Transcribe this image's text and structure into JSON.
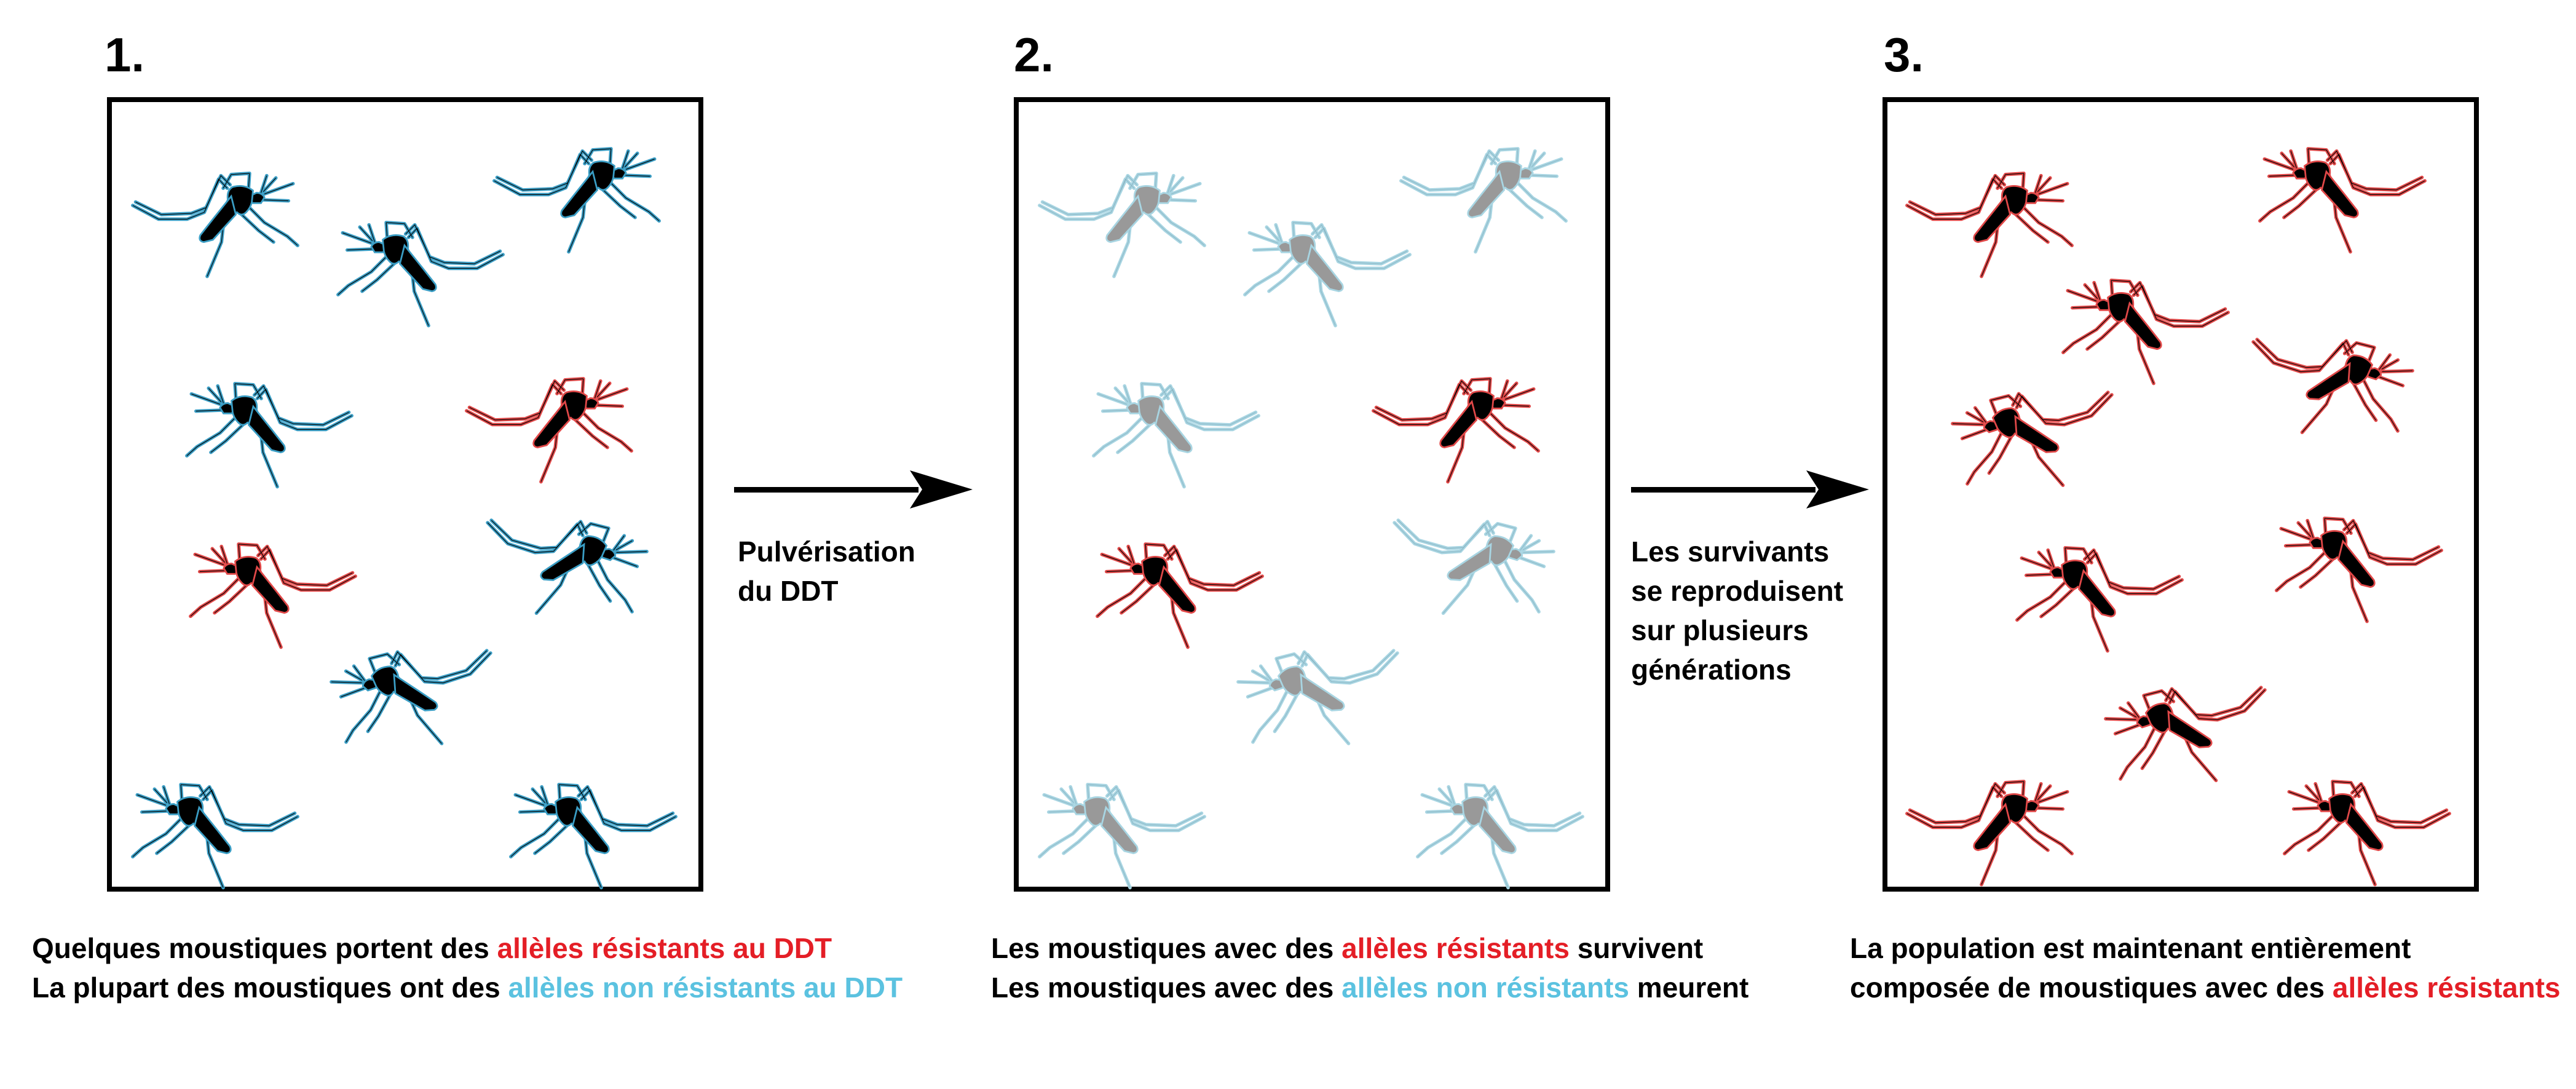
{
  "colors": {
    "resistant": "#E41E26",
    "non_resistant": "#5BC2E0",
    "resistant_legs": "#E04848",
    "non_resistant_legs": "#3A9DC4",
    "dead_legs": "#A8D5E2",
    "dead_body": "#999999",
    "live_body": "#000000"
  },
  "steps": [
    {
      "number": "1.",
      "caption": {
        "line1": {
          "prefix": "Quelques moustiques portent des ",
          "highlight": "allèles résistants au DDT",
          "suffix": ""
        },
        "line2": {
          "prefix": "La plupart des moustiques ont des ",
          "highlight": "allèles non résistants au DDT",
          "suffix": ""
        }
      },
      "population": {
        "resistant": 2,
        "non_resistant": 8
      }
    },
    {
      "number": "2.",
      "caption": {
        "line1": {
          "prefix": "Les moustiques avec des ",
          "highlight": "allèles résistants",
          "suffix": " survivent"
        },
        "line2": {
          "prefix": "Les moustiques avec des ",
          "highlight": "allèles non résistants",
          "suffix": " meurent"
        }
      },
      "population": {
        "resistant_alive": 2,
        "non_resistant_dead": 8
      }
    },
    {
      "number": "3.",
      "caption": {
        "line1": {
          "prefix": "La population est maintenant entièrement",
          "highlight": "",
          "suffix": ""
        },
        "line2": {
          "prefix": "composée de moustiques avec des ",
          "highlight": "allèles résistants",
          "suffix": ""
        }
      },
      "population": {
        "resistant": 10
      }
    }
  ],
  "transitions": [
    {
      "lines": [
        "Pulvérisation",
        "du DDT"
      ]
    },
    {
      "lines": [
        "Les survivants",
        "se reproduisent",
        "sur plusieurs",
        "générations"
      ]
    }
  ],
  "icons": {
    "mosquito": "mosquito-icon",
    "arrow": "arrow-right-icon"
  }
}
